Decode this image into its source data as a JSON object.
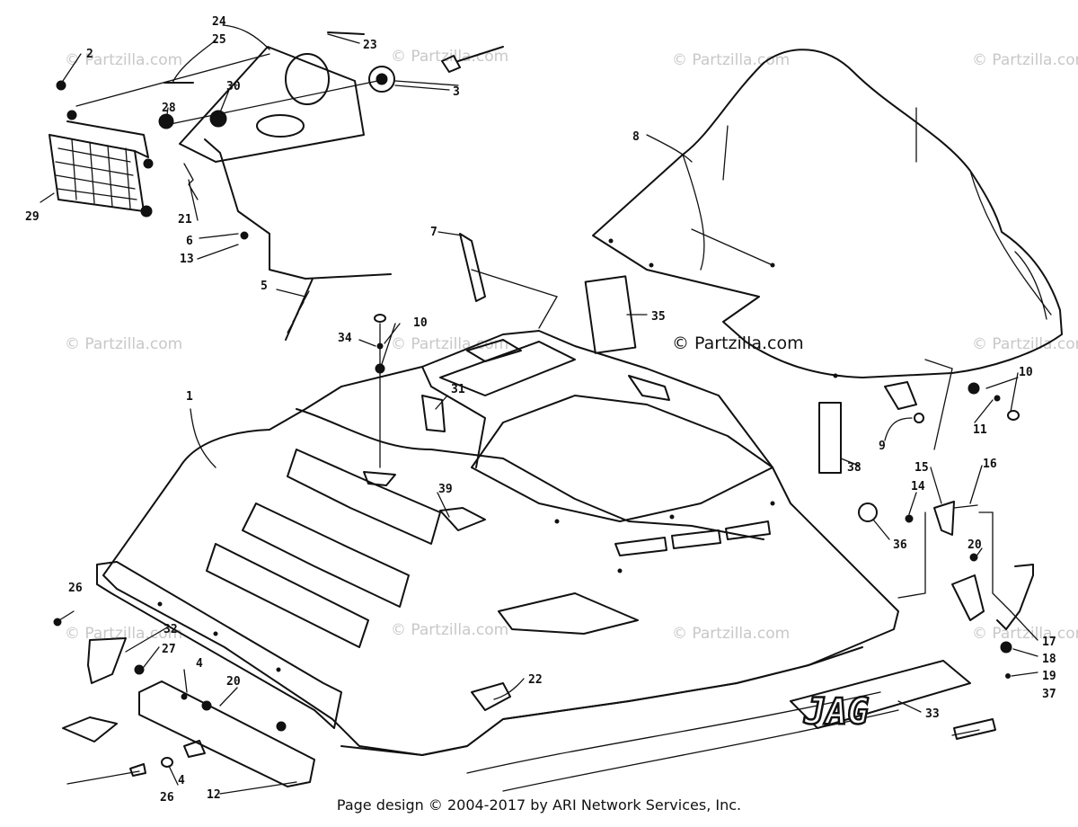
{
  "watermarks": {
    "text": "© Partzilla.com",
    "main": "© Partzilla.com"
  },
  "footer": "Page design © 2004-2017 by ARI Network Services, Inc.",
  "decal_text": "JAG",
  "callouts": {
    "c1": "1",
    "c2": "2",
    "c3": "3",
    "c4a": "4",
    "c4b": "4",
    "c5": "5",
    "c6": "6",
    "c7": "7",
    "c8": "8",
    "c9": "9",
    "c10a": "10",
    "c10b": "10",
    "c11": "11",
    "c12": "12",
    "c13": "13",
    "c14": "14",
    "c15": "15",
    "c16": "16",
    "c17": "17",
    "c18": "18",
    "c19": "19",
    "c20a": "20",
    "c20b": "20",
    "c21": "21",
    "c22": "22",
    "c23": "23",
    "c24": "24",
    "c25": "25",
    "c26a": "26",
    "c26b": "26",
    "c27": "27",
    "c28": "28",
    "c29": "29",
    "c30": "30",
    "c31": "31",
    "c32": "32",
    "c33": "33",
    "c34": "34",
    "c35": "35",
    "c36": "36",
    "c37": "37",
    "c38": "38",
    "c39": "39"
  }
}
